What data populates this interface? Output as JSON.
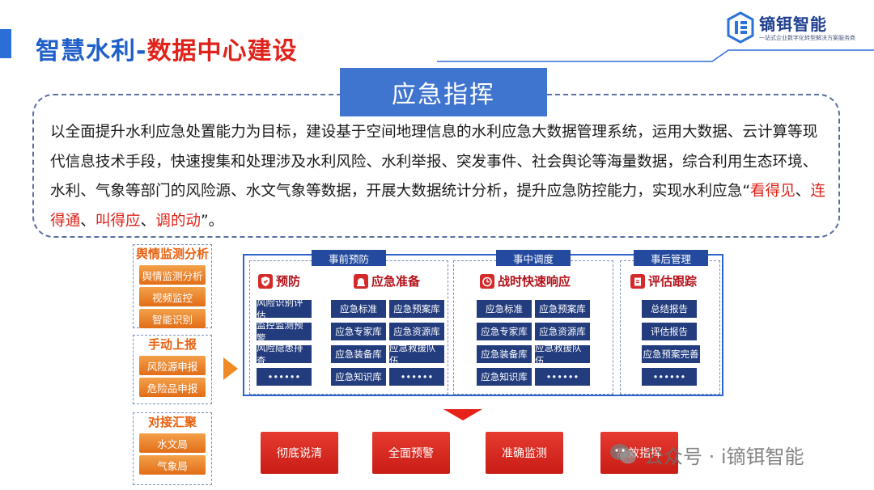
{
  "header": {
    "title_part1": "智慧水利-",
    "title_part2": "数据中心建设"
  },
  "logo": {
    "name": "镝铒智能",
    "tagline": "一站式企业数字化转型解决方案服务商"
  },
  "section": {
    "heading": "应急指挥"
  },
  "description": {
    "text_main": "以全面提升水利应急处置能力为目标，建设基于空间地理信息的水利应急大数据管理系统，运用大数据、云计算等现代信息技术手段，快速搜集和处理涉及水利风险、水利举报、突发事件、社会舆论等海量数据，综合利用生态环境、水利、气象等部门的风险源、水文气象等数据，开展大数据统计分析，提升应急防控能力，实现水利应急“",
    "h1": "看得见",
    "sep1": "、",
    "h2": "连得通",
    "sep2": "、",
    "h3": "叫得应",
    "sep3": "、",
    "h4": "调的动",
    "tail": "”。"
  },
  "sources": [
    {
      "title": "舆情监测分析",
      "items": [
        "舆情监测分析",
        "视频监控",
        "智能识别"
      ]
    },
    {
      "title": "手动上报",
      "items": [
        "风险源申报",
        "危险品申报"
      ]
    },
    {
      "title": "对接汇聚",
      "items": [
        "水文局",
        "气象局"
      ]
    }
  ],
  "phases": {
    "pre": {
      "tag": "事前预防",
      "prevention": {
        "head": "预防",
        "items": [
          "风险识别评估",
          "监控监测预警",
          "风险隐患排查",
          "••••••"
        ]
      },
      "preparation": {
        "head": "应急准备",
        "items": [
          "应急标准",
          "应急预案库",
          "应急专家库",
          "应急资源库",
          "应急装备库",
          "应急救援队伍",
          "应急知识库",
          "••••••"
        ]
      }
    },
    "mid": {
      "tag": "事中调度",
      "head": "战时快速响应",
      "items": [
        "应急标准",
        "应急预案库",
        "应急专家库",
        "应急资源库",
        "应急装备库",
        "应急救援队伍",
        "应急知识库",
        "••••••"
      ]
    },
    "post": {
      "tag": "事后管理",
      "head": "评估跟踪",
      "items": [
        "总结报告",
        "评估报告",
        "应急预案完善",
        "••••••"
      ]
    }
  },
  "outcomes": [
    "彻底说清",
    "全面预警",
    "准确监测",
    "高效指挥"
  ],
  "watermark": {
    "text": "公众号 · i镝铒智能"
  },
  "colors": {
    "title_blue": "#1f5fc9",
    "title_red": "#e0231a",
    "section_blue": "#3f74cf",
    "cell_navy": "#223c7e",
    "source_orange": "#e26d17",
    "outcome_red": "#c81c14"
  },
  "icons": {
    "prevention": "shield-icon",
    "preparation": "alarm-icon",
    "response": "timer-icon",
    "evaluation": "clipboard-icon"
  }
}
